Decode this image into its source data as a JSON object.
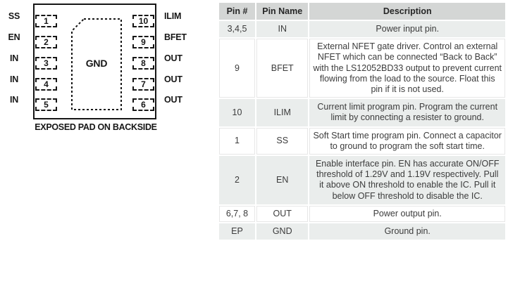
{
  "diagram": {
    "caption": "EXPOSED PAD ON BACKSIDE",
    "center_pad_label": "GND",
    "left_pins": [
      {
        "number": "1",
        "label": "SS"
      },
      {
        "number": "2",
        "label": "EN"
      },
      {
        "number": "3",
        "label": "IN"
      },
      {
        "number": "4",
        "label": "IN"
      },
      {
        "number": "5",
        "label": "IN"
      }
    ],
    "right_pins": [
      {
        "number": "10",
        "label": "ILIM"
      },
      {
        "number": "9",
        "label": "BFET"
      },
      {
        "number": "8",
        "label": "OUT"
      },
      {
        "number": "7",
        "label": "OUT"
      },
      {
        "number": "6",
        "label": "OUT"
      }
    ]
  },
  "table": {
    "headers": [
      "Pin #",
      "Pin Name",
      "Description"
    ],
    "rows": [
      {
        "pin": "3,4,5",
        "name": "IN",
        "description": "Power input pin."
      },
      {
        "pin": "9",
        "name": "BFET",
        "description": "External NFET gate driver. Control an external NFET which can be connected “Back to Back” with the LS12052BD33 output to prevent current flowing from the load to the source. Float this pin if it is not used."
      },
      {
        "pin": "10",
        "name": "ILIM",
        "description": "Current limit program pin. Program the current limit by connecting a resister to ground."
      },
      {
        "pin": "1",
        "name": "SS",
        "description": "Soft Start time program pin. Connect a capacitor to ground to program the soft start time."
      },
      {
        "pin": "2",
        "name": "EN",
        "description": "Enable interface pin. EN has accurate ON/OFF threshold of 1.29V and 1.19V respectively. Pull it above ON threshold to enable the IC. Pull it below OFF threshold to disable the IC."
      },
      {
        "pin": "6,7, 8",
        "name": "OUT",
        "description": "Power output pin."
      },
      {
        "pin": "EP",
        "name": "GND",
        "description": "Ground pin."
      }
    ]
  },
  "colors": {
    "header_bg": "#d4d6d5",
    "row_shaded_bg": "#eaedec",
    "row_plain_bg": "#ffffff",
    "line_color": "#161616",
    "text_color": "#3c3c3c"
  }
}
